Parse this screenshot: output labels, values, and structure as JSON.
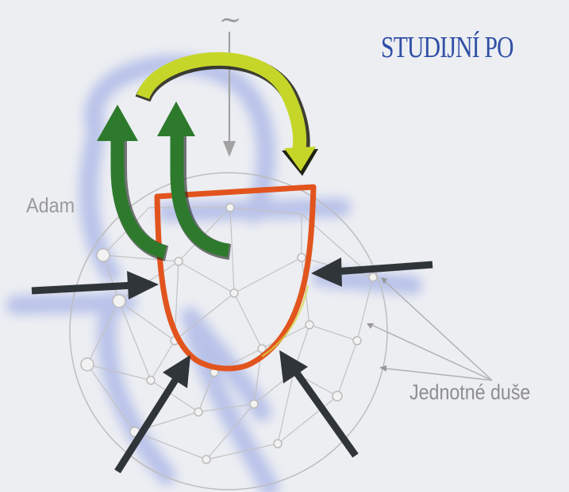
{
  "title": "STUDIJNÍ PO",
  "labels": {
    "adam": "Adam",
    "souls": "Jednotné duše"
  },
  "symbols": {
    "tilde": "~"
  },
  "colors": {
    "title": "#2f4fa6",
    "vessel": "#e2541e",
    "green_arrow": "#2d7a2c",
    "yellow_arrow": "#c6d629",
    "dark_arrow": "#2f3538",
    "network": "#b8b8b8",
    "blue_halo": "#8f9fe3"
  },
  "icons": [
    "green-up-arrow-icon",
    "yellow-curved-arrow-icon",
    "dark-arrow-icon",
    "tilde-icon"
  ]
}
